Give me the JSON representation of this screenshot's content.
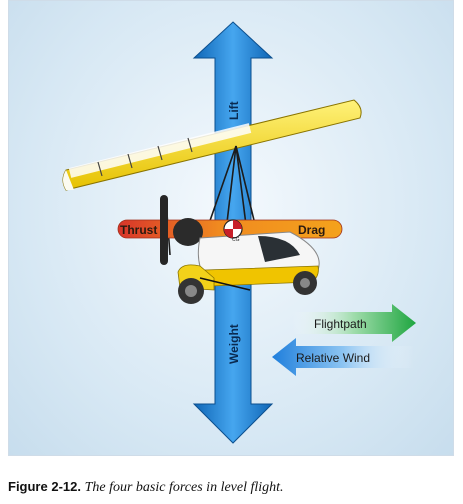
{
  "diagram": {
    "labels": {
      "lift": "Lift",
      "weight": "Weight",
      "thrust": "Thrust",
      "drag": "Drag",
      "cg": "CG",
      "flightpath": "Flightpath",
      "relative_wind": "Relative Wind"
    }
  },
  "caption": {
    "figure": "Figure 2-12.",
    "text": "The four basic forces in level flight."
  },
  "colors": {
    "background": "#d7e8f4",
    "vertical_arrow": "#1e88d8",
    "force_bar_red": "#d83a2a",
    "force_bar_orange": "#f6a11a",
    "wing_yellow": "#f2d21a",
    "flightpath_green": "#2db24a",
    "relative_wind_blue": "#2f8fe0"
  }
}
